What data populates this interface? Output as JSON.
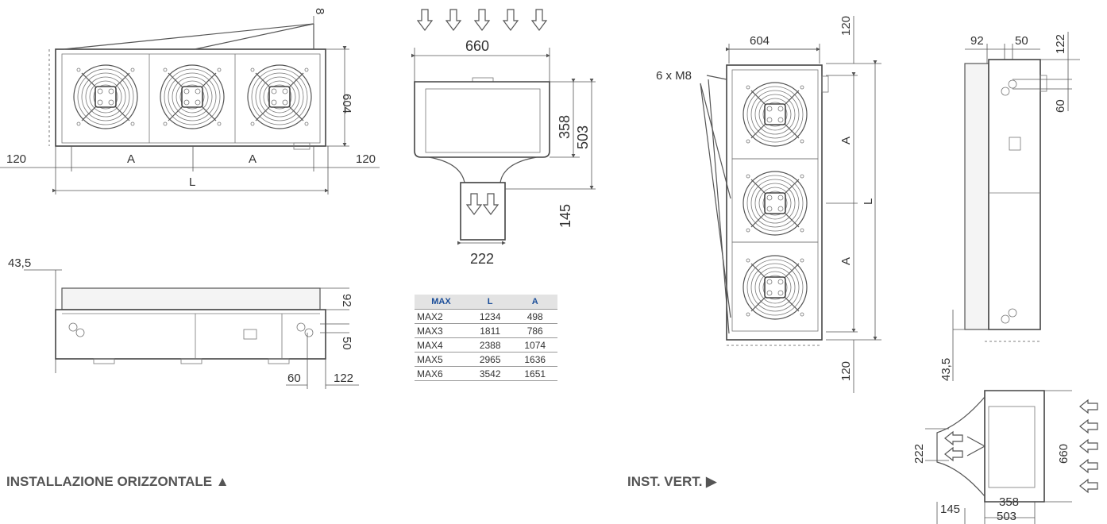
{
  "captions": {
    "horizontal": "INSTALLAZIONE ORIZZONTALE ▲",
    "vertical": "INST. VERT. ▶"
  },
  "dims": {
    "h_top_8": "8",
    "h_604": "604",
    "h_120_left": "120",
    "h_A_left": "A",
    "h_A_right": "A",
    "h_120_right": "120",
    "h_L": "L",
    "s_660": "660",
    "s_358": "358",
    "s_503": "503",
    "s_145": "145",
    "s_222": "222",
    "b_43_5": "43,5",
    "b_92": "92",
    "b_50": "50",
    "b_60": "60",
    "b_122": "122",
    "v_604": "604",
    "v_120_top": "120",
    "v_6xM8": "6 x M8",
    "v_A_top": "A",
    "v_L": "L",
    "v_A_bottom": "A",
    "v_120_bottom": "120",
    "vs_92": "92",
    "vs_50": "50",
    "vs_122": "122",
    "vs_60": "60",
    "vs_43_5": "43,5",
    "vb_222": "222",
    "vb_660": "660",
    "vb_145": "145",
    "vb_358": "358",
    "vb_503": "503"
  },
  "table": {
    "headers": [
      "MAX",
      "L",
      "A"
    ],
    "rows": [
      [
        "MAX2",
        "1234",
        "498"
      ],
      [
        "MAX3",
        "1811",
        "786"
      ],
      [
        "MAX4",
        "2388",
        "1074"
      ],
      [
        "MAX5",
        "2965",
        "1636"
      ],
      [
        "MAX6",
        "3542",
        "1651"
      ]
    ]
  }
}
